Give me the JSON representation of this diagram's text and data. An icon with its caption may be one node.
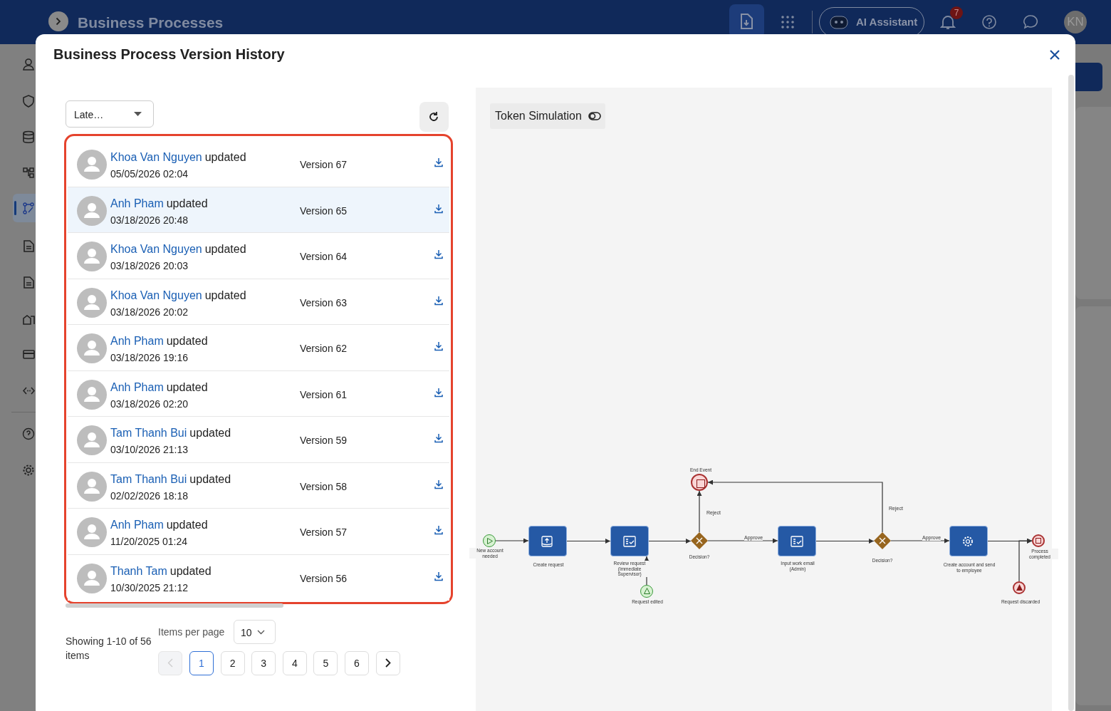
{
  "diagram": {
    "title": "Business Process Version History",
    "nodes": [
      {
        "text": [
          "New account needed"
        ]
      },
      {
        "text": [
          "Create request"
        ]
      },
      {
        "text": [
          "Review request (Immediate Supervisor)"
        ]
      },
      {
        "text": [
          "Request edited"
        ]
      },
      {
        "text": [
          "Decision?"
        ]
      },
      {
        "text": [
          "End Event"
        ]
      },
      {
        "text": [
          "Input work email (Admin)"
        ]
      },
      {
        "text": [
          "Decision?"
        ]
      },
      {
        "text": [
          "Create account and send to employee"
        ]
      },
      {
        "text": [
          "Process completed"
        ]
      },
      {
        "text": [
          "Request discarded"
        ]
      }
    ],
    "edges": [
      {
        "from": 0,
        "to": 1,
        "arrow": "to"
      },
      {
        "from": 1,
        "to": 2,
        "arrow": "to"
      },
      {
        "from": 3,
        "to": 2,
        "arrow": "to"
      },
      {
        "from": 2,
        "to": 4,
        "arrow": "to"
      },
      {
        "from": 4,
        "to": 5,
        "arrow": "to",
        "label": "Reject"
      },
      {
        "from": 4,
        "to": 6,
        "arrow": "to",
        "label": "Approve"
      },
      {
        "from": 6,
        "to": 7,
        "arrow": "to"
      },
      {
        "from": 7,
        "to": 5,
        "arrow": "to",
        "label": "Reject"
      },
      {
        "from": 7,
        "to": 8,
        "arrow": "to",
        "label": "Approve"
      },
      {
        "from": 8,
        "to": 9,
        "arrow": "to"
      },
      {
        "from": 10,
        "to": 9,
        "arrow": "to"
      }
    ],
    "labels": [
      "Business Processes",
      "AI Assistant",
      "7",
      "KN",
      "Late…",
      "Khoa Van Nguyen",
      "updated",
      "05/05/2026 02:04",
      "Version 67",
      "Anh Pham",
      "updated",
      "03/18/2026 20:48",
      "Version 65",
      "Khoa Van Nguyen",
      "updated",
      "03/18/2026 20:03",
      "Version 64",
      "Khoa Van Nguyen",
      "updated",
      "03/18/2026 20:02",
      "Version 63",
      "Anh Pham",
      "updated",
      "03/18/2026 19:16",
      "Version 62",
      "Anh Pham",
      "updated",
      "03/18/2026 02:20",
      "Version 61",
      "Tam Thanh Bui",
      "updated",
      "03/10/2026 21:13",
      "Version 59",
      "Tam Thanh Bui",
      "updated",
      "02/02/2026 18:18",
      "Version 58",
      "Anh Pham",
      "updated",
      "11/20/2025 01:24",
      "Version 57",
      "Thanh Tam",
      "updated",
      "10/30/2025 21:12",
      "Version 56",
      "Showing 1-10 of 56 items",
      "Items per page",
      "10",
      "1",
      "2",
      "3",
      "4",
      "5",
      "6",
      "Token Simulation"
    ]
  }
}
